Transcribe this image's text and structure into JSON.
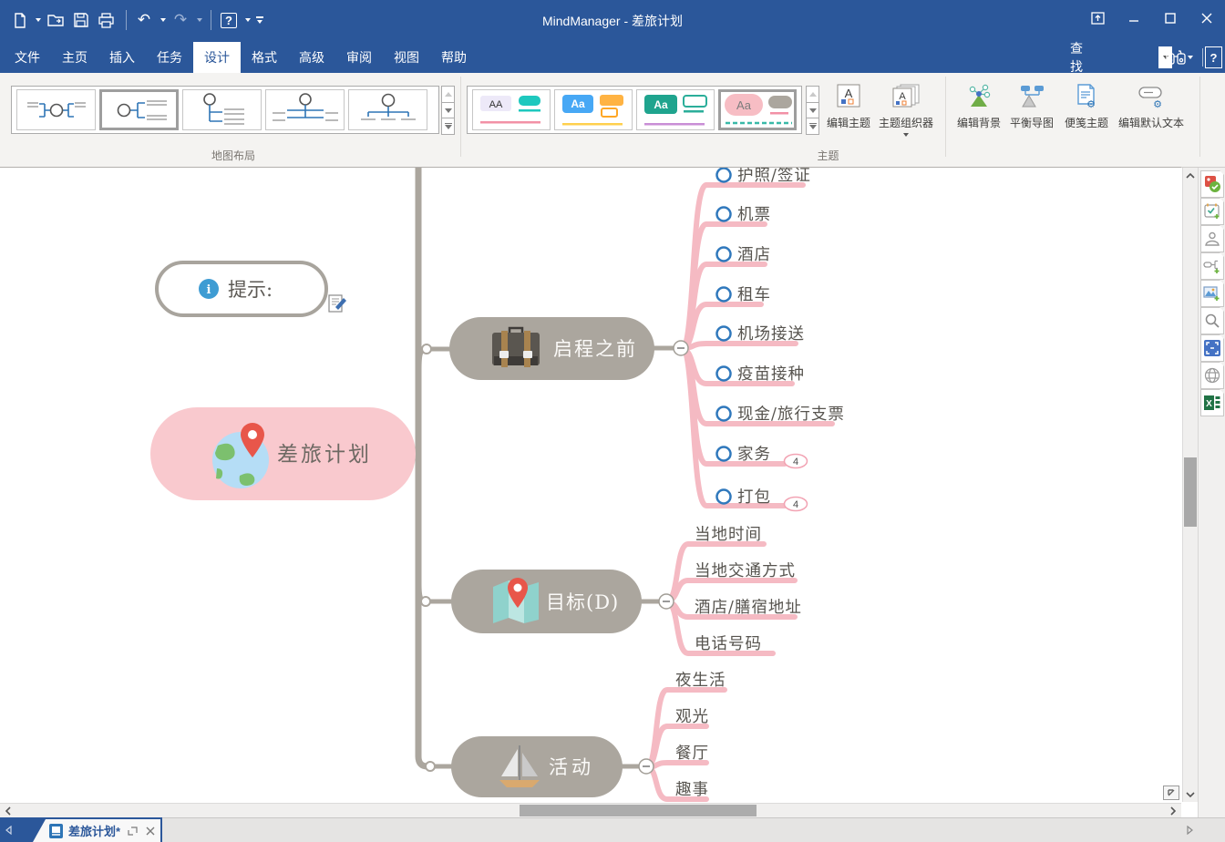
{
  "title_bar": {
    "title": "MindManager - 差旅计划",
    "window_controls": [
      "dock-icon",
      "minimize-icon",
      "maximize-icon",
      "close-icon"
    ]
  },
  "qat": {
    "icons": [
      "new-document-icon",
      "open-icon",
      "save-icon",
      "print-icon",
      "undo-icon",
      "redo-icon",
      "help-icon",
      "customize-qat-icon"
    ]
  },
  "ribbon_tabs": {
    "items": [
      "文件",
      "主页",
      "插入",
      "任务",
      "设计",
      "格式",
      "高级",
      "审阅",
      "视图",
      "帮助"
    ],
    "active": "设计",
    "find_label": "查找"
  },
  "ribbon": {
    "map_layout": {
      "group_label": "地图布局",
      "layouts": [
        "radial-map",
        "right-map",
        "tree-right",
        "split-tree",
        "org-chart"
      ],
      "selected_index": 1
    },
    "theme": {
      "group_label": "主题",
      "thumb_letters": [
        "AA",
        "Aa",
        "Aa",
        "Aa"
      ],
      "selected_index": 3,
      "buttons": [
        {
          "label": "编辑主题"
        },
        {
          "label": "主题组织器",
          "has_dropdown": true
        },
        {
          "label": "编辑背景"
        },
        {
          "label": "平衡导图"
        },
        {
          "label": "便笺主题"
        },
        {
          "label": "编辑默认文本"
        }
      ]
    }
  },
  "mindmap": {
    "floating_topic": {
      "label": "提示:",
      "icon": "info-icon",
      "note_icon": "note-icon"
    },
    "central_topic": {
      "label": "差旅计划",
      "icon": "globe-pin-icon"
    },
    "branches": [
      {
        "label": "启程之前",
        "icon": "briefcase-icon",
        "children": [
          {
            "label": "护照/签证"
          },
          {
            "label": "机票"
          },
          {
            "label": "酒店"
          },
          {
            "label": "租车"
          },
          {
            "label": "机场接送"
          },
          {
            "label": "疫苗接种"
          },
          {
            "label": "现金/旅行支票"
          },
          {
            "label": "家务",
            "badge": "4"
          },
          {
            "label": "打包",
            "badge": "4"
          }
        ]
      },
      {
        "label": "目标(D)",
        "icon": "map-pin-icon",
        "children": [
          {
            "label": "当地时间"
          },
          {
            "label": "当地交通方式"
          },
          {
            "label": "酒店/膳宿地址"
          },
          {
            "label": "电话号码"
          }
        ]
      },
      {
        "label": "活动",
        "icon": "sailboat-icon",
        "children": [
          {
            "label": "夜生活"
          },
          {
            "label": "观光"
          },
          {
            "label": "餐厅"
          },
          {
            "label": "趣事"
          }
        ]
      }
    ]
  },
  "sidebar": {
    "icons": [
      "task-info-icon",
      "calendar-add-icon",
      "resource-icon",
      "add-topic-icon",
      "image-add-icon",
      "search-icon",
      "fit-map-icon",
      "web-icon",
      "excel-icon"
    ]
  },
  "status_bar": {
    "document_tab": "差旅计划*"
  },
  "colors": {
    "accent": "#2B579A",
    "topic_gray": "#ABA69E",
    "central_pink": "#F9C9CE",
    "branch_pink": "#F5BAC3",
    "subtopic_icon_blue": "#2F78BC"
  }
}
